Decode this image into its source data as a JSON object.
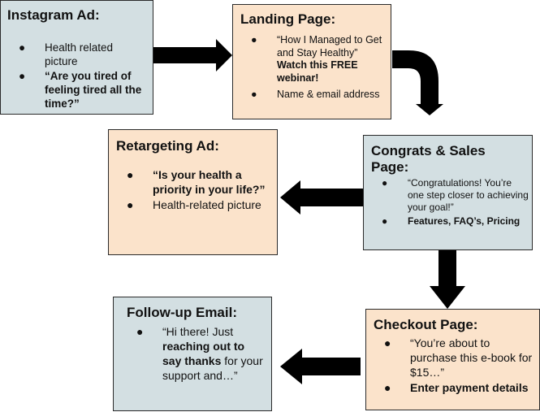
{
  "colors": {
    "blue_box": "#d3dfe2",
    "peach_box": "#fbe3cb",
    "arrow": "#000000"
  },
  "bullet": "●",
  "instagram": {
    "title": "Instagram Ad:",
    "items": [
      {
        "text": "Health related picture"
      },
      {
        "bold": "“Are you tired of feeling tired all the time?”"
      }
    ]
  },
  "landing": {
    "title": "Landing Page:",
    "items": [
      {
        "text": "“How I Managed to Get and Stay Healthy” ",
        "bold": "Watch this FREE webinar!"
      },
      {
        "text": "Name & email address"
      }
    ]
  },
  "retarget": {
    "title": "Retargeting Ad:",
    "items": [
      {
        "bold": "“Is your health a priority in your life?”"
      },
      {
        "text": "Health-related picture"
      }
    ]
  },
  "congrats": {
    "title": "Congrats & Sales Page:",
    "items": [
      {
        "text": "“Congratulations! You’re one step closer to achieving your goal!”"
      },
      {
        "bold": "Features, FAQ’s, Pricing"
      }
    ]
  },
  "followup": {
    "title": "Follow-up Email:",
    "items": [
      {
        "text": "“Hi there! Just ",
        "bold": "reaching out to say thanks",
        "text2": " for your support and…”"
      }
    ]
  },
  "checkout": {
    "title": "Checkout Page:",
    "items": [
      {
        "text": "“You’re about to purchase this e-book for $15…”"
      },
      {
        "bold": "Enter payment details"
      }
    ]
  }
}
